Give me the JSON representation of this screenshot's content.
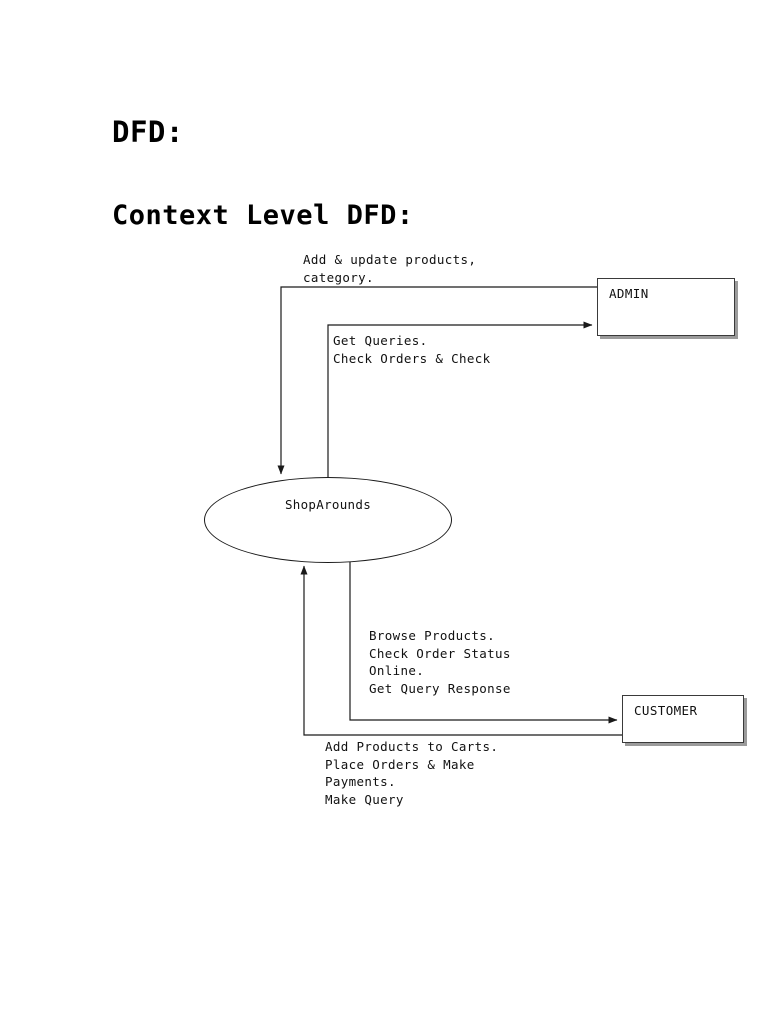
{
  "document": {
    "title_main": "DFD:",
    "title_section": "Context Level DFD:"
  },
  "diagram": {
    "type": "context-level-data-flow-diagram",
    "process": {
      "name": "ShopArounds",
      "shape": "ellipse"
    },
    "entities": [
      {
        "id": "admin",
        "label": "ADMIN",
        "shape": "rectangle"
      },
      {
        "id": "customer",
        "label": "CUSTOMER",
        "shape": "rectangle"
      }
    ],
    "flows": [
      {
        "id": "admin-to-process",
        "from": "ADMIN",
        "to": "ShopArounds",
        "label": "Add & update products,\ncategory."
      },
      {
        "id": "process-to-admin",
        "from": "ShopArounds",
        "to": "ADMIN",
        "label": "Get Queries.\nCheck Orders & Check"
      },
      {
        "id": "process-to-customer",
        "from": "ShopArounds",
        "to": "CUSTOMER",
        "label": "Browse Products.\nCheck Order Status\nOnline.\nGet Query Response"
      },
      {
        "id": "customer-to-process",
        "from": "CUSTOMER",
        "to": "ShopArounds",
        "label": "Add Products to Carts.\nPlace Orders & Make\nPayments.\nMake Query"
      }
    ],
    "colors": {
      "line": "#1a1a1a",
      "entity_border": "#3a3a3a",
      "entity_shadow": "#9b9b9b",
      "text": "#111111",
      "background": "#ffffff"
    }
  }
}
